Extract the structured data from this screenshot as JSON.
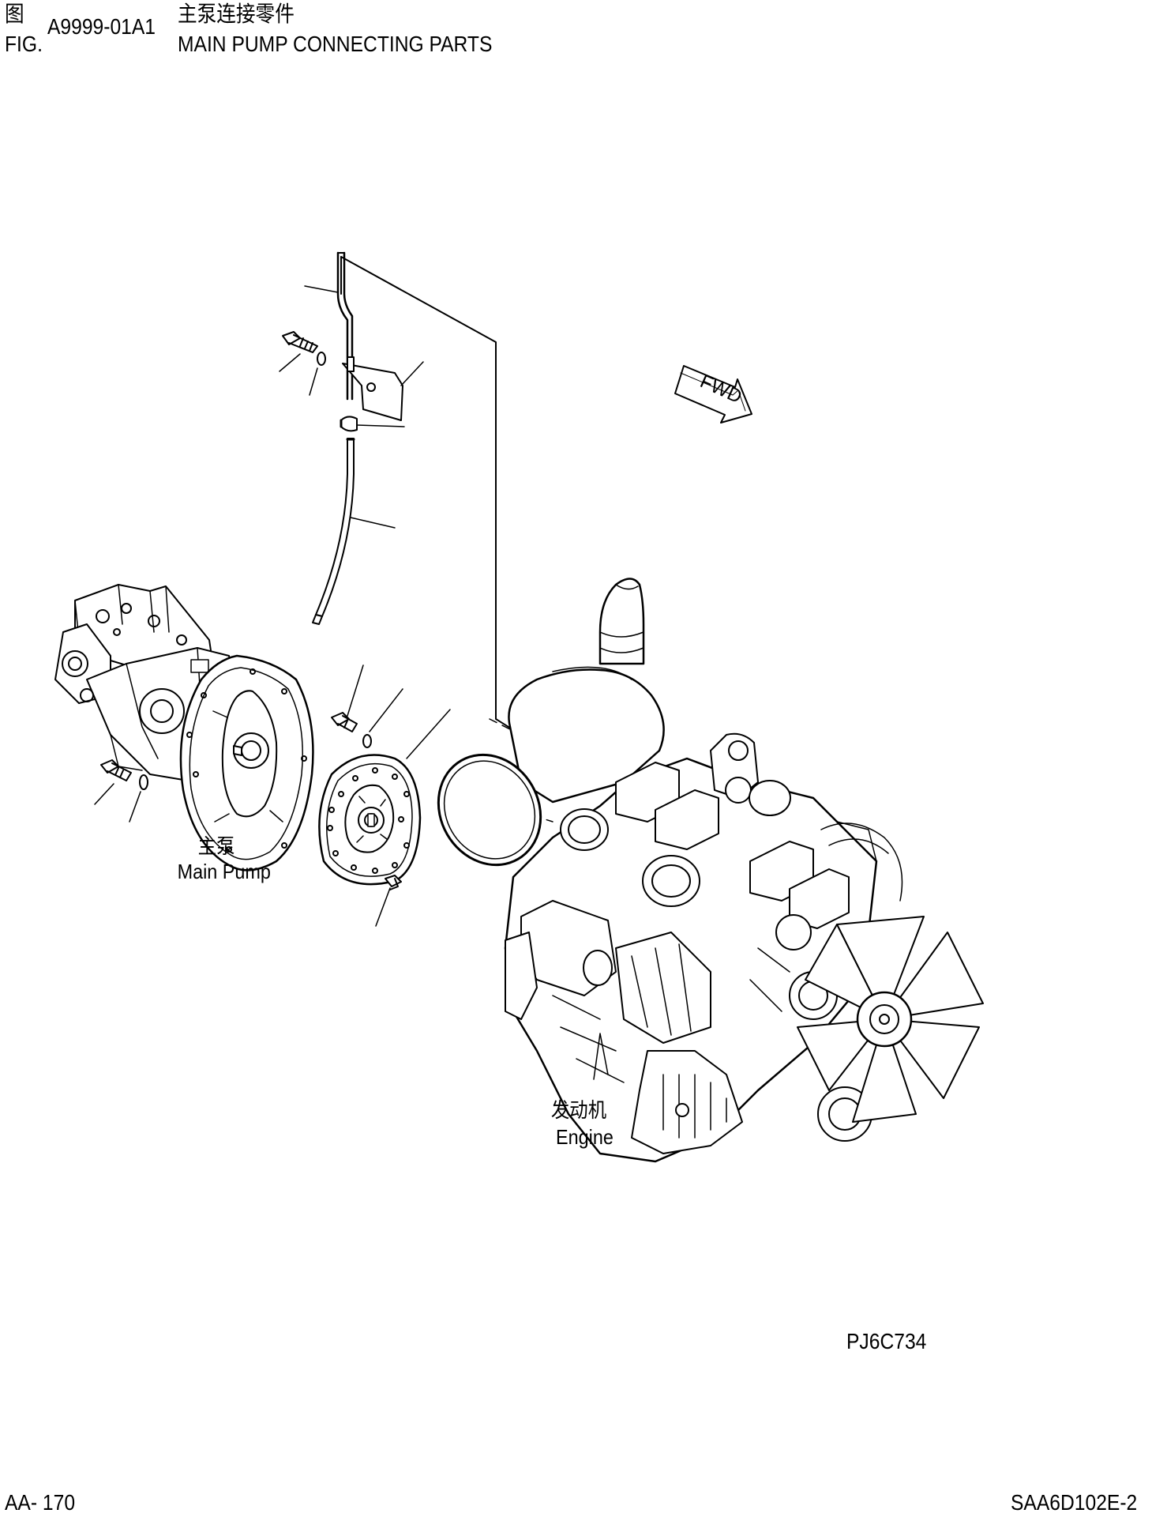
{
  "header": {
    "fig_cn": "图",
    "fig_en": "FIG.",
    "fig_number": "A9999-01A1",
    "title_cn": "主泵连接零件",
    "title_en": "MAIN PUMP CONNECTING PARTS"
  },
  "labels": {
    "pump_cn": "主泵",
    "pump_en": "Main Pump",
    "engine_cn": "发动机",
    "engine_en": "Engine",
    "fwd": "FWD"
  },
  "drawing_code": "PJ6C734",
  "footer": {
    "page": "AA- 170",
    "model": "SAA6D102E-2"
  }
}
